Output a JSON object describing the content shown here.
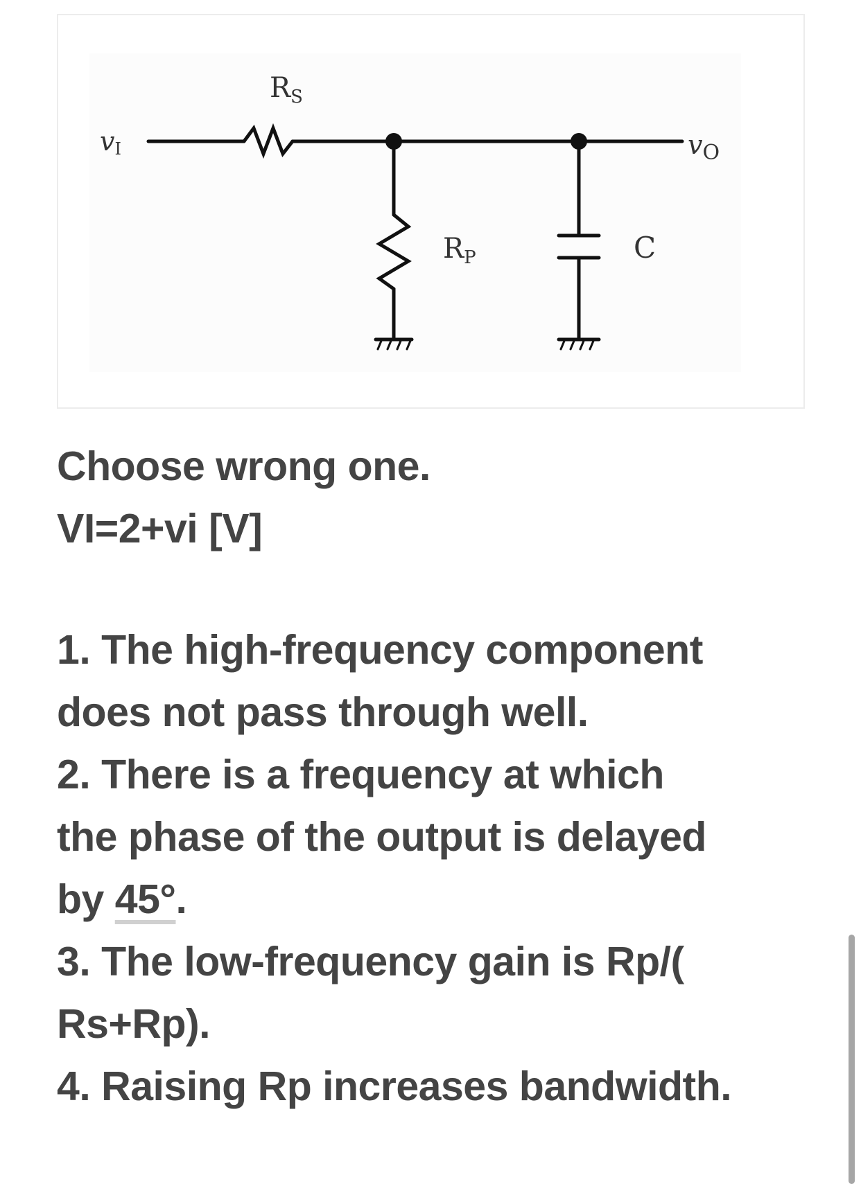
{
  "figure": {
    "type": "circuit-diagram",
    "labels": {
      "input": "v",
      "input_sub": "I",
      "output": "v",
      "output_sub": "O",
      "series_resistor": "R",
      "series_resistor_sub": "S",
      "shunt_resistor": "R",
      "shunt_resistor_sub": "P",
      "capacitor": "C"
    }
  },
  "question": {
    "prompt": "Choose wrong one.",
    "given": "VI=2+vi [V]"
  },
  "options": [
    {
      "lines": [
        "1. The high-frequency component",
        "does not pass through well."
      ]
    },
    {
      "lines_pre": [
        "2. There is a frequency at which",
        "the phase of the output is delayed"
      ],
      "last_prefix": "by ",
      "last_underlined": "45°",
      "last_suffix": "."
    },
    {
      "lines": [
        "3. The low-frequency gain is Rp/(",
        "Rs+Rp)."
      ]
    },
    {
      "lines": [
        "4. Raising Rp increases bandwidth."
      ]
    }
  ],
  "colors": {
    "text": "#444444",
    "border": "#ececec",
    "underline": "#d0d0d0",
    "scrollbar": "#a6a6a6"
  }
}
